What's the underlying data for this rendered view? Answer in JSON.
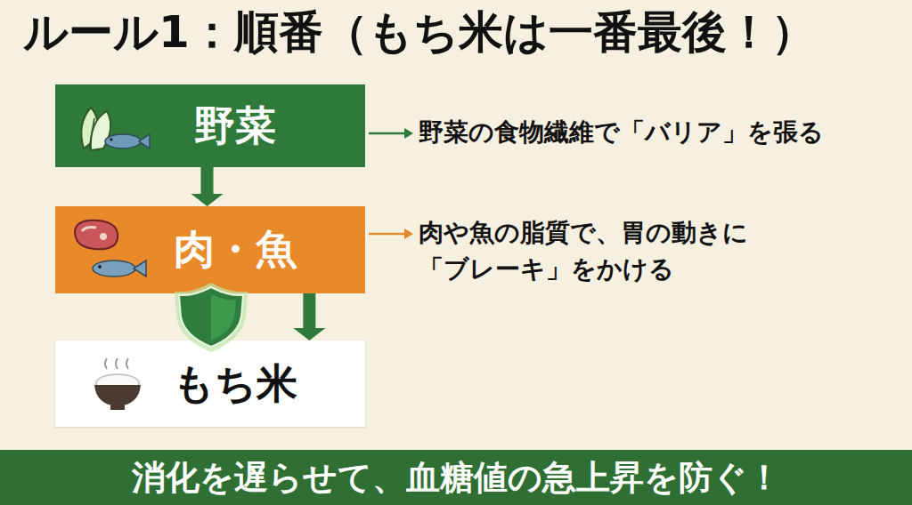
{
  "diagram": {
    "title": "ルール1：順番（もち米は一番最後！）",
    "caption": "消化を遅らせて、血糖値の急上昇を防ぐ！",
    "nodes": [
      {
        "text": [
          "野菜"
        ]
      },
      {
        "text": [
          "肉・魚"
        ]
      },
      {
        "text": [
          "もち米"
        ]
      }
    ],
    "edges": [
      {
        "from": 0,
        "to": 1,
        "arrow": "to"
      },
      {
        "from": 1,
        "to": 2,
        "arrow": "to"
      }
    ],
    "labels": [
      "野菜の食物繊維で「バリア」を張る",
      "肉や魚の脂質で、胃の動きに「ブレーキ」をかける"
    ]
  }
}
